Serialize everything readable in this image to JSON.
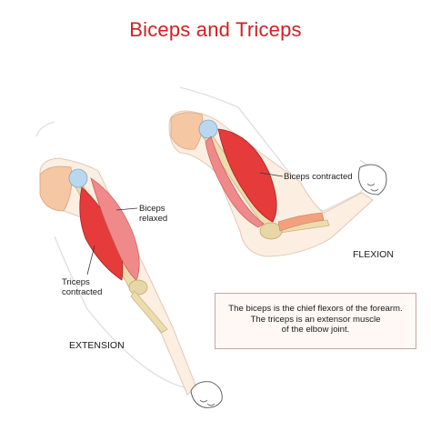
{
  "title": "Biceps and Triceps",
  "labels": {
    "biceps_relaxed": [
      "Biceps",
      "relaxed"
    ],
    "triceps_contracted": [
      "Triceps",
      "contracted"
    ],
    "biceps_contracted": "Biceps contracted",
    "extension": "EXTENSION",
    "flexion": "FLEXION"
  },
  "info": [
    "The biceps is the chief flexors of the forearm.",
    "The triceps is an extensor muscle",
    "of the elbow joint."
  ],
  "colors": {
    "title": "#d21f1f",
    "skin": "#f5c7a2",
    "bone": "#eddcae",
    "muscle": "#e53b3b",
    "muscle_light": "#f08a8a",
    "joint": "#b9d8f0",
    "box_border": "#c7a7a0"
  }
}
